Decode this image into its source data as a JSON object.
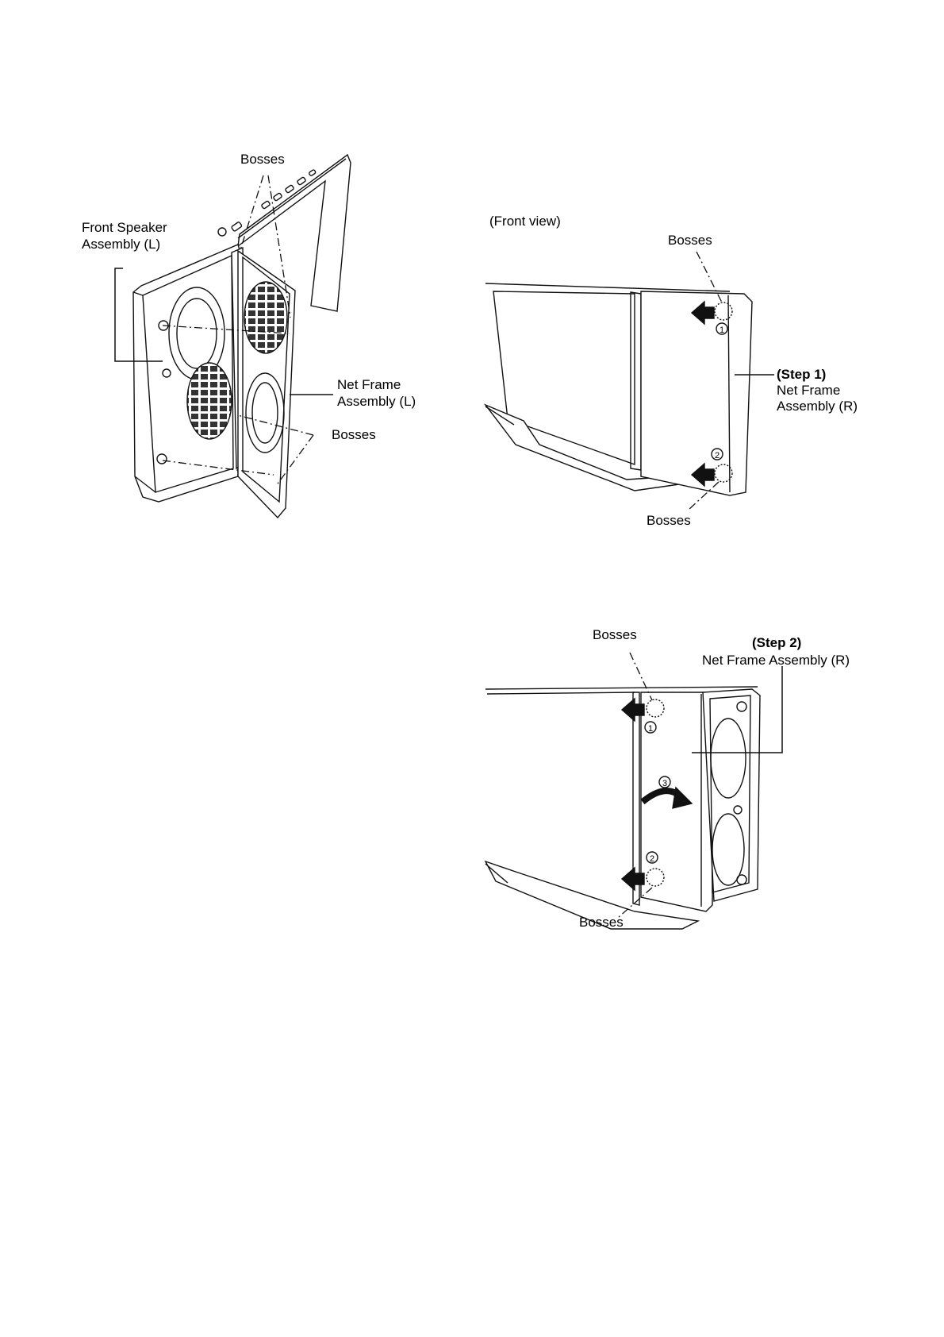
{
  "figure1": {
    "bosses_top": "Bosses",
    "front_speaker_line1": "Front Speaker",
    "front_speaker_line2": "Assembly (L)",
    "net_frame_line1": "Net Frame",
    "net_frame_line2": "Assembly (L)",
    "bosses_bottom": "Bosses"
  },
  "figure2": {
    "view_label": "(Front view)",
    "bosses_top": "Bosses",
    "step": "(Step 1)",
    "net_frame_line1": "Net Frame",
    "net_frame_line2": "Assembly (R)",
    "bosses_bottom": "Bosses",
    "marker1": "1",
    "marker2": "2"
  },
  "figure3": {
    "bosses_top": "Bosses",
    "step": "(Step 2)",
    "net_frame": "Net Frame Assembly (R)",
    "bosses_bottom": "Bosses",
    "marker1": "1",
    "marker2": "2",
    "marker3": "3"
  }
}
